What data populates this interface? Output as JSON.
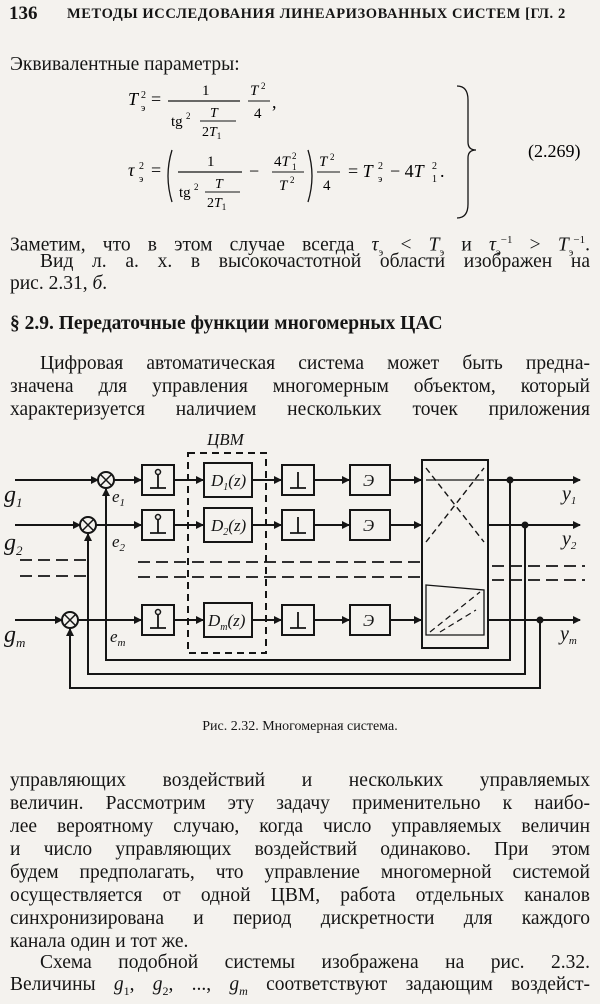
{
  "header": {
    "page_number": "136",
    "running_title": "МЕТОДЫ ИССЛЕДОВАНИЯ ЛИНЕАРИЗОВАННЫХ СИСТЕМ [ГЛ. 2"
  },
  "intro_line": "Эквивалентные параметры:",
  "equation": {
    "number": "(2.269)",
    "line1": "T²э = 1 / (tg²(T/2T₁)) · T²/4,",
    "line2": "τ²э = (1 / tg²(T/2T₁) − 4T₁²/T²) · T²/4 = T²э − 4T₁²."
  },
  "remark": {
    "line1": "Заметим, что в этом случае всегда τэ < Tэ и τэ⁻¹ > Tэ⁻¹.",
    "line2": "Вид л. а. х. в высокочастотной области изображен на",
    "line3": "рис. 2.31, б."
  },
  "section_heading": "§ 2.9. Передаточные функции многомерных ЦАС",
  "paragraph1": [
    "Цифровая автоматическая система может быть предна-",
    "значена для управления многомерным объектом, который",
    "характеризуется наличием нескольких точек приложения"
  ],
  "figure": {
    "computer_label": "ЦВМ",
    "inputs": [
      "g1",
      "g2",
      "gm"
    ],
    "errors": [
      "e1",
      "e2",
      "em"
    ],
    "outputs": [
      "y1",
      "y2",
      "ym"
    ],
    "controllers": [
      "D1(z)",
      "D2(z)",
      "Dm(z)"
    ],
    "extrapolator_label": "Э",
    "caption": "Рис. 2.32. Многомерная система."
  },
  "paragraph2": [
    "управляющих воздействий и нескольких управляемых",
    "величин. Рассмотрим эту задачу применительно к наибо-",
    "лее вероятному случаю, когда число управляемых величин",
    "и число управляющих воздействий одинаково. При этом",
    "будем предполагать, что управление многомерной системой",
    "осуществляется от одной ЦВМ, работа отдельных каналов",
    "синхронизирована и период дискретности для каждого",
    "канала один и тот же."
  ],
  "paragraph3": [
    "Схема подобной системы изображена на рис. 2.32.",
    "Величины g1, g2, ..., gm соответствуют задающим воздейст-"
  ]
}
